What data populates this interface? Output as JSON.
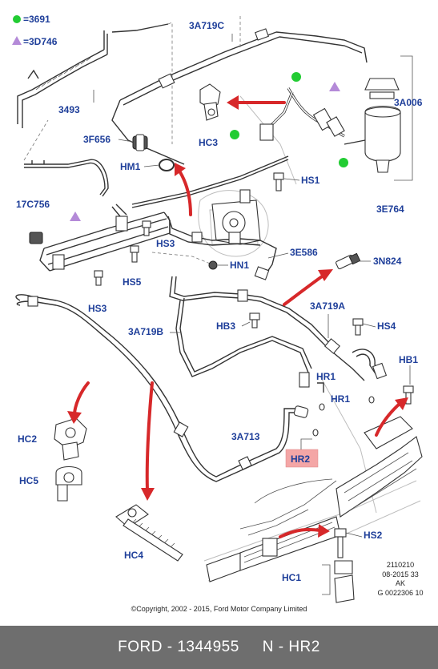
{
  "legend": [
    {
      "symbol": "circle",
      "color": "#22cc33",
      "text": "=3691"
    },
    {
      "symbol": "triangle",
      "color": "#b48ad8",
      "text": "=3D746"
    }
  ],
  "labels": {
    "p3493": "3493",
    "p3A719C": "3A719C",
    "p3A006": "3A006",
    "p3F656": "3F656",
    "pHM1": "HM1",
    "pHC3": "HC3",
    "pHS1": "HS1",
    "p3E764": "3E764",
    "p17C756": "17C756",
    "pHS3a": "HS3",
    "p3E586": "3E586",
    "pHS5": "HS5",
    "pHN1": "HN1",
    "p3N824": "3N824",
    "pHS3b": "HS3",
    "p3A719A": "3A719A",
    "p3A719B": "3A719B",
    "pHB3": "HB3",
    "pHS4": "HS4",
    "pHB1": "HB1",
    "pHR1a": "HR1",
    "pHR1b": "HR1",
    "pHC2": "HC2",
    "p3A713": "3A713",
    "pHR2": "HR2",
    "pHC5": "HC5",
    "pHS2": "HS2",
    "pHC4": "HC4",
    "pHC1": "HC1"
  },
  "highlight_color": "#f4a6a6",
  "accent_color": "#d7282a",
  "stamp": [
    "2110210",
    "08-2015 33",
    "AK",
    "G 0022306 10"
  ],
  "copyright": "©Copyright, 2002 - 2015, Ford Motor Company Limited",
  "footer": "FORD - 1344955     N - HR2"
}
